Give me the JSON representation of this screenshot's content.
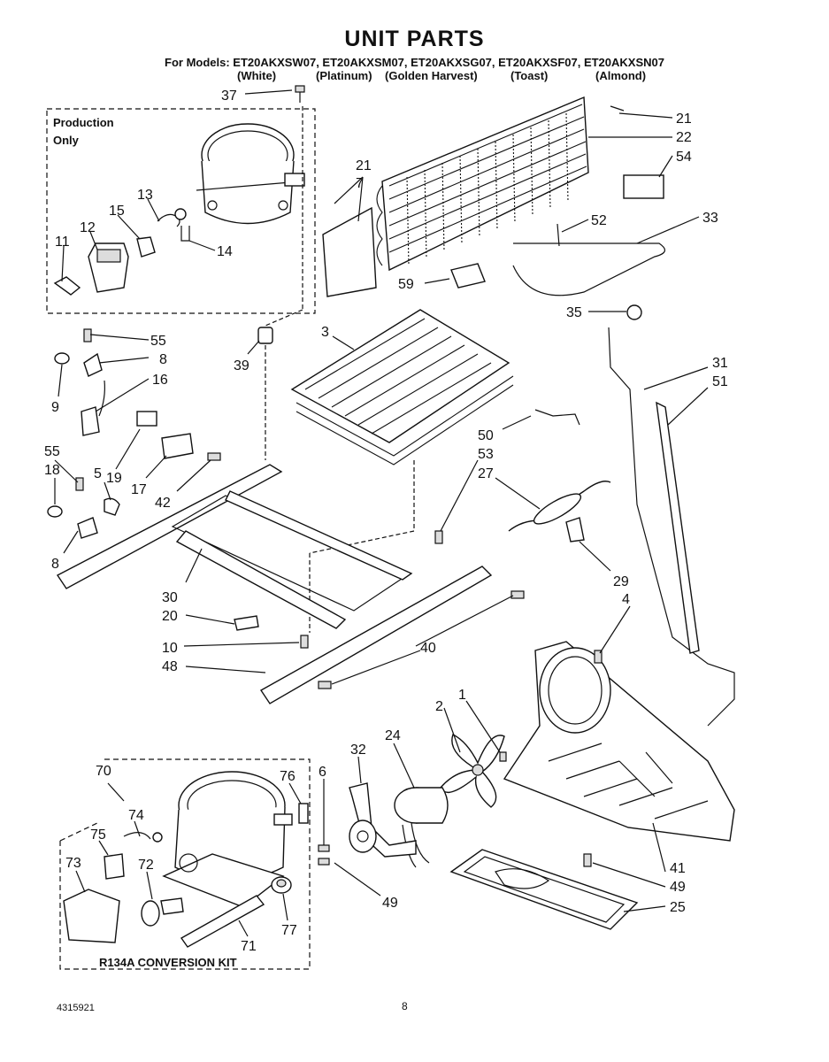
{
  "header": {
    "title": "UNIT PARTS",
    "models_line": "For Models: ET20AKXSW07, ET20AKXSM07, ET20AKXSG07, ET20AKXSF07, ET20AKXSN07",
    "colors": [
      "(White)",
      "(Platinum)",
      "(Golden Harvest)",
      "(Toast)",
      "(Almond)"
    ]
  },
  "boxes": {
    "production": [
      "Production",
      "Only"
    ],
    "kit": "R134A CONVERSION KIT"
  },
  "callouts": {
    "c37": "37",
    "c21a": "21",
    "c22": "22",
    "c54": "54",
    "c21b": "21",
    "c7": "7",
    "c52": "52",
    "c33": "33",
    "c59": "59",
    "c35": "35",
    "c13": "13",
    "c15": "15",
    "c12": "12",
    "c11": "11",
    "c14": "14",
    "c55a": "55",
    "c8a": "8",
    "c16": "16",
    "c9": "9",
    "c39": "39",
    "c3": "3",
    "c31": "31",
    "c51": "51",
    "c50": "50",
    "c53": "53",
    "c27": "27",
    "c55b": "55",
    "c18": "18",
    "c5": "5",
    "c19": "19",
    "c17": "17",
    "c42": "42",
    "c8b": "8",
    "c29": "29",
    "c4": "4",
    "c30": "30",
    "c20": "20",
    "c10": "10",
    "c40": "40",
    "c48": "48",
    "c1": "1",
    "c2": "2",
    "c24": "24",
    "c32": "32",
    "c70": "70",
    "c76": "76",
    "c6": "6",
    "c74": "74",
    "c75": "75",
    "c73": "73",
    "c72": "72",
    "c71": "71",
    "c77": "77",
    "c49a": "49",
    "c41": "41",
    "c49b": "49",
    "c25": "25"
  },
  "footer": {
    "doc_number": "4315921",
    "page_number": "8"
  }
}
